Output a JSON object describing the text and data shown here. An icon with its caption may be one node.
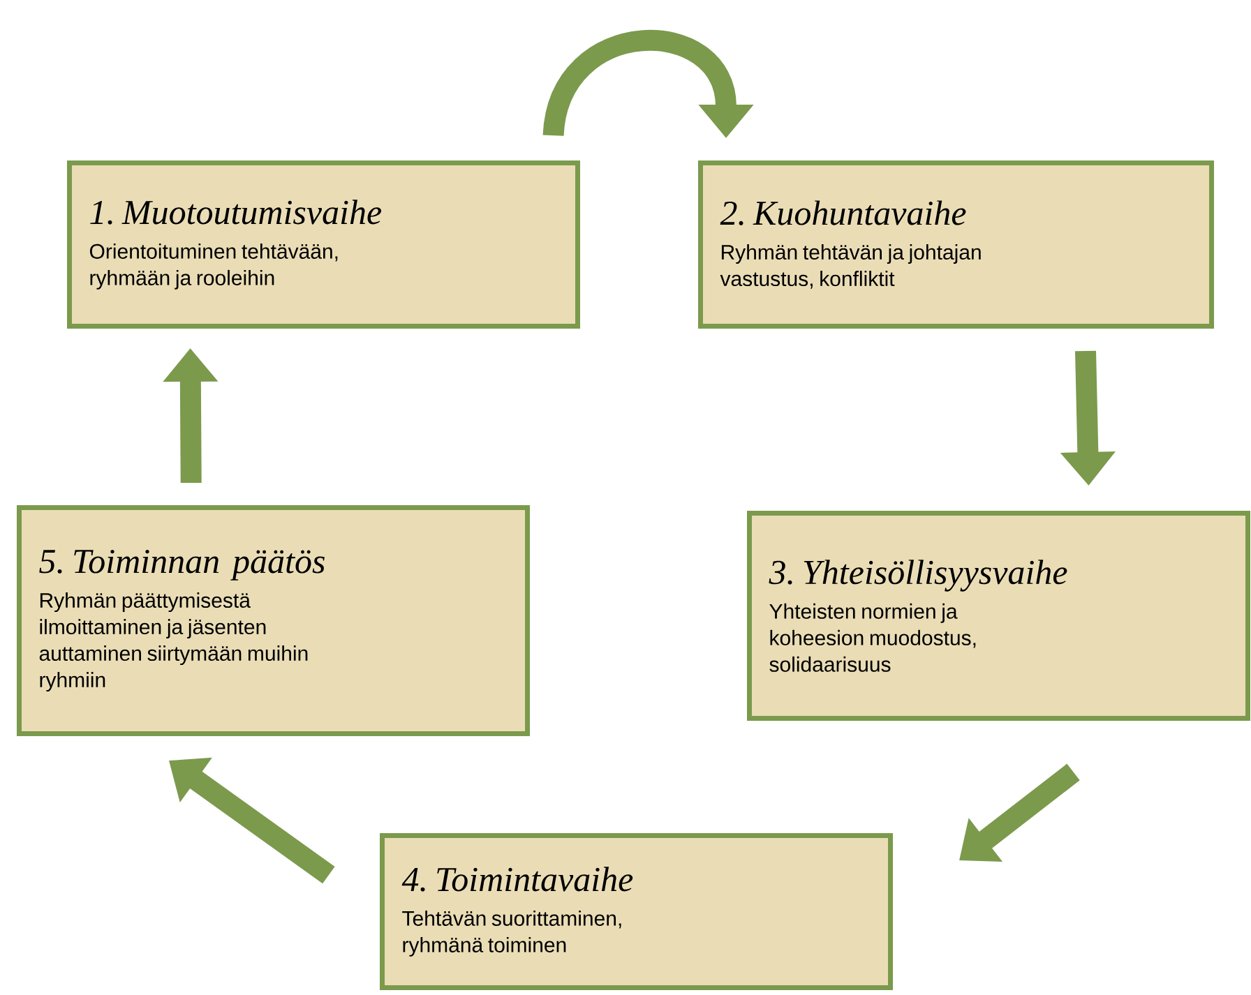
{
  "diagram": {
    "nodes": [
      {
        "text": [
          "1. Muotoutumisvaihe",
          "Orientoituminen tehtävään, ryhmään ja rooleihin"
        ]
      },
      {
        "text": [
          "2. Kuohuntavaihe",
          "Ryhmän tehtävän ja johtajan vastustus, konfliktit"
        ]
      },
      {
        "text": [
          "3. Yhteisöllisyysvaihe",
          "Yhteisten normien ja koheesion muodostus, solidaarisuus"
        ]
      },
      {
        "text": [
          "4. Toimintavaihe",
          "Tehtävän suorittaminen, ryhmänä toiminen"
        ]
      },
      {
        "text": [
          "5. Toiminnan päätös",
          "Ryhmän päättymisestä ilmoittaminen ja jäsenten auttaminen siirtymään muihin ryhmiin"
        ]
      }
    ],
    "edges": [
      {
        "from": 0,
        "to": 1,
        "arrow": "to"
      },
      {
        "from": 1,
        "to": 2,
        "arrow": "to"
      },
      {
        "from": 2,
        "to": 3,
        "arrow": "to"
      },
      {
        "from": 3,
        "to": 4,
        "arrow": "to"
      },
      {
        "from": 4,
        "to": 0,
        "arrow": "to"
      }
    ]
  }
}
